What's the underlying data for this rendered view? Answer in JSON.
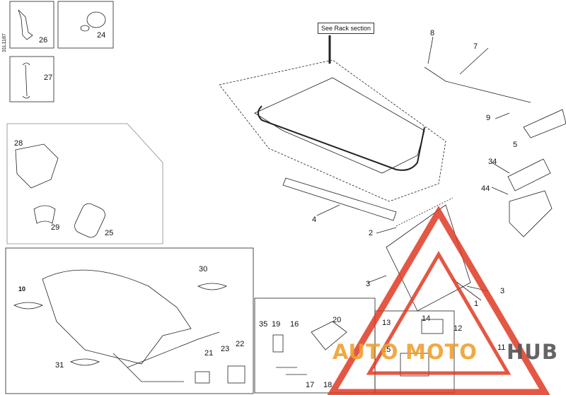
{
  "illustration_code": "31L1187",
  "callout_text": "See Rack section",
  "labels": {
    "l1": "1",
    "l2": "2",
    "l3a": "3",
    "l3b": "3",
    "l4": "4",
    "l5": "5",
    "l7": "7",
    "l8": "8",
    "l9": "9",
    "l10": "10",
    "l11": "11",
    "l12": "12",
    "l13": "13",
    "l14": "14",
    "l15": "15",
    "l16": "16",
    "l17": "17",
    "l18": "18",
    "l19": "19",
    "l20": "20",
    "l21": "21",
    "l22": "22",
    "l23": "23",
    "l24": "24",
    "l25": "25",
    "l26": "26",
    "l27": "27",
    "l28": "28",
    "l29": "29",
    "l30": "30",
    "l31": "31",
    "l34": "34",
    "l35": "35",
    "l44": "44"
  },
  "watermark": {
    "auto": "AUTO",
    "moto": "MOTO",
    "hub": "HUB"
  },
  "colors": {
    "watermark_red": "#e03a24",
    "watermark_orange": "#f0a030",
    "watermark_gray": "#555555",
    "line": "#222222"
  }
}
